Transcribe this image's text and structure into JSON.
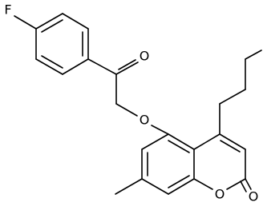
{
  "molecule": {
    "atom_labels": {
      "fluorine": "F",
      "ketone_oxygen": "O",
      "ether_oxygen": "O",
      "ring_oxygen": "O",
      "carbonyl_oxygen": "O"
    },
    "colors": {
      "bond": "#000000",
      "label": "#000000",
      "background": "#ffffff"
    }
  }
}
